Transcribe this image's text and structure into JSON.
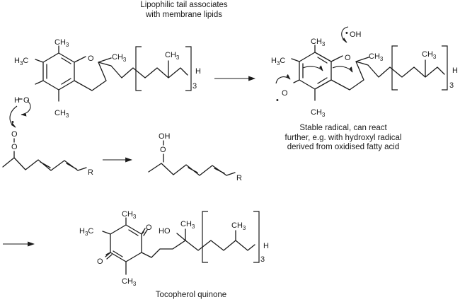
{
  "captions": {
    "tail_line1": "Lipophilic tail associates",
    "tail_line2": "with membrane lipids",
    "radical_line1": "Stable radical, can react",
    "radical_line2": "further, e.g. with hydroxyl radical",
    "radical_line3": "derived from oxidised fatty acid",
    "quinone": "Tocopherol quinone"
  },
  "labels": {
    "ch3": "CH",
    "h3c": "H",
    "c": "C",
    "sub3": "3",
    "o": "O",
    "h": "H",
    "oh": "OH",
    "ho": "HO",
    "r": "R",
    "repeat": "3",
    "radical_dot": "•"
  }
}
